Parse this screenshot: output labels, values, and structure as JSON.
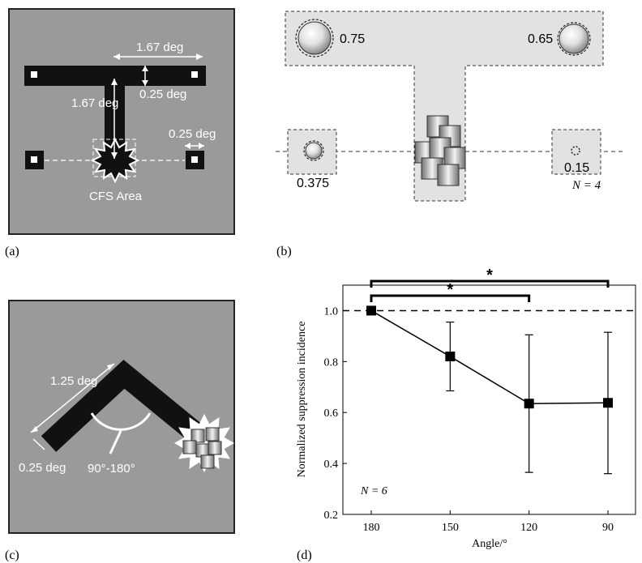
{
  "panel_labels": {
    "a": "(a)",
    "b": "(b)",
    "c": "(c)",
    "d": "(d)"
  },
  "panel_a": {
    "dim_horizontal": "1.67 deg",
    "dim_bar_width": "0.25 deg",
    "dim_vertical": "1.67 deg",
    "dim_marker": "0.25 deg",
    "cfs_label": "CFS Area"
  },
  "panel_b": {
    "size_top_left": "0.75",
    "size_top_right": "0.65",
    "size_bottom_left": "0.375",
    "size_bottom_right": "0.15",
    "n_label": "N = 4"
  },
  "panel_c": {
    "arm_length": "1.25 deg",
    "arm_width": "0.25 deg",
    "angle_range": "90°-180°"
  },
  "chart_data": {
    "type": "line",
    "xlabel": "Angle/°",
    "ylabel": "Normalized suppression incidence",
    "categories": [
      "180",
      "150",
      "120",
      "90"
    ],
    "x": [
      180,
      150,
      120,
      90
    ],
    "series": [
      {
        "values": [
          1.0,
          0.82,
          0.635,
          0.638
        ],
        "error_upper": [
          1.0,
          0.955,
          0.905,
          0.915
        ],
        "error_lower": [
          1.0,
          0.685,
          0.365,
          0.36
        ]
      }
    ],
    "ylim": [
      0.2,
      1.1
    ],
    "yticks": [
      "0.2",
      "0.4",
      "0.6",
      "0.8",
      "1.0"
    ],
    "reference_line": 1.0,
    "significance": [
      {
        "from": "180",
        "to": "120",
        "label": "*"
      },
      {
        "from": "180",
        "to": "90",
        "label": "*"
      }
    ],
    "annotation": "N = 6",
    "colors": {
      "marker": "#000000",
      "line": "#000000"
    }
  }
}
